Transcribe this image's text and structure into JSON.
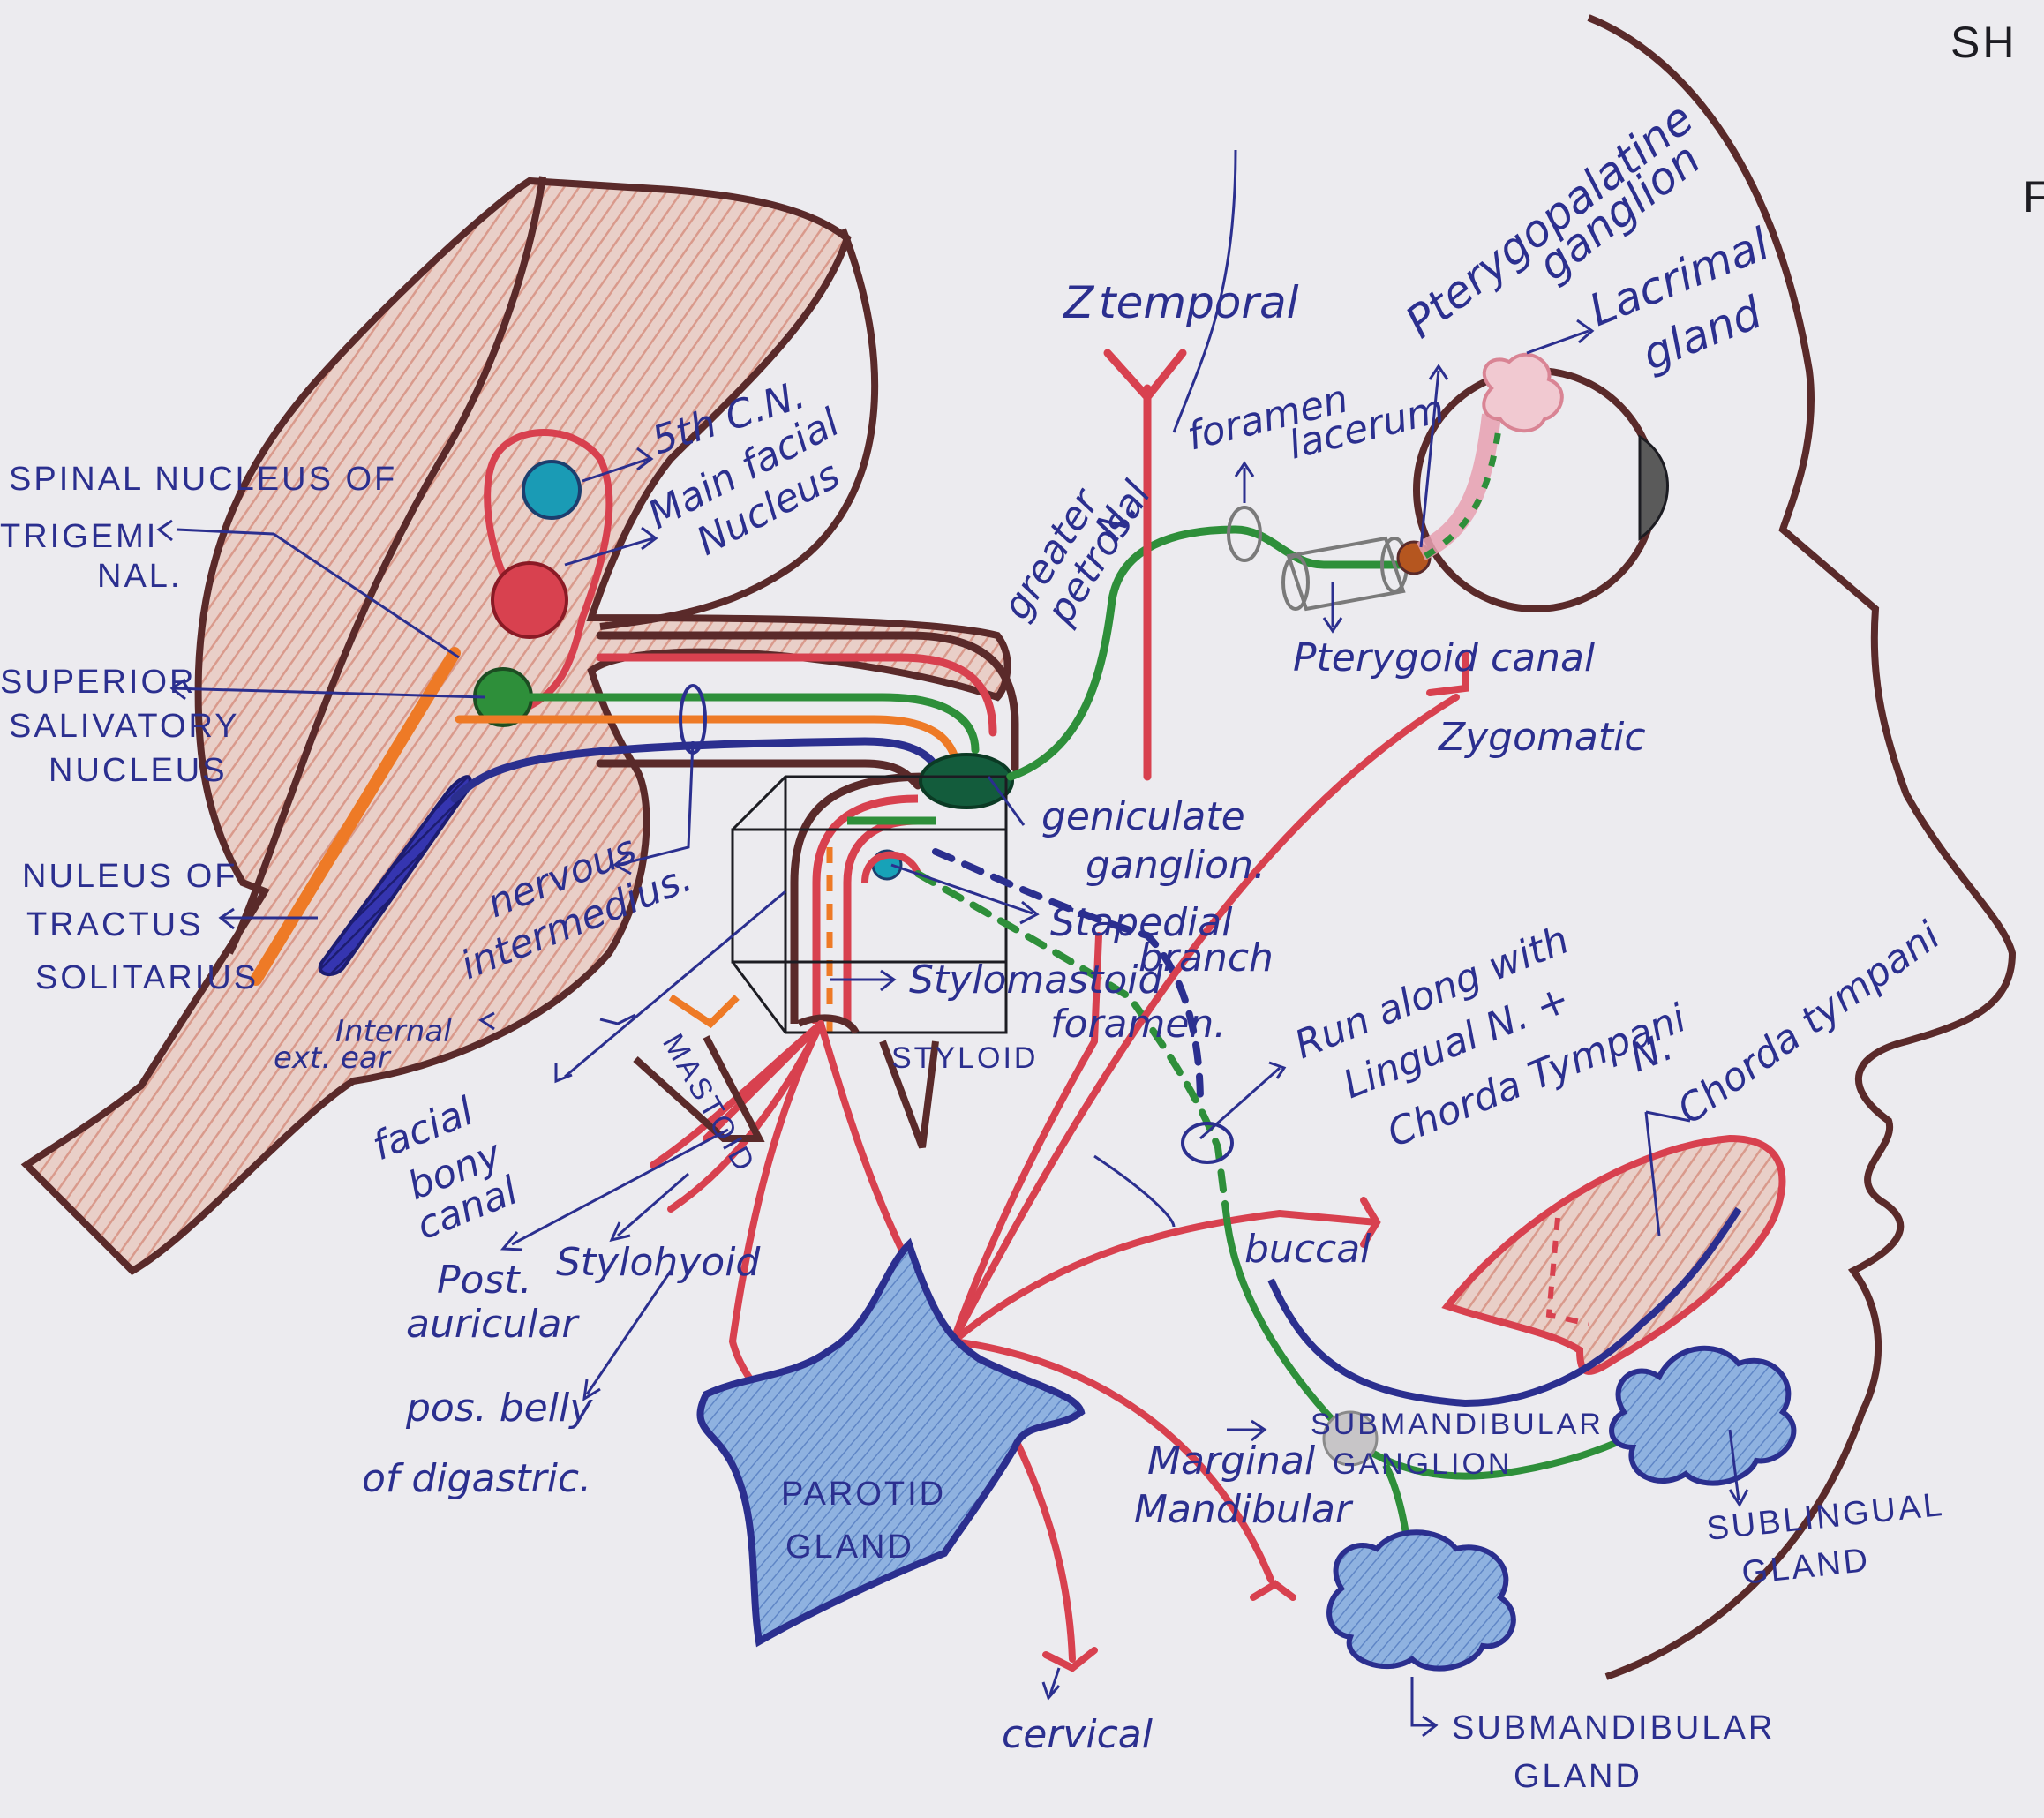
{
  "header": {
    "corner_text": "SH",
    "corner_mark": "F"
  },
  "labels": {
    "temporal": "temporal",
    "temporal_prefix": "Z",
    "pterygopalatine_1": "Pterygopalatine",
    "pterygopalatine_2": "ganglion",
    "lacrimal_1": "Lacrimal",
    "lacrimal_2": "gland",
    "foramen_1": "foramen",
    "foramen_2": "lacerum",
    "greater_1": "greater",
    "greater_2": "petrosal",
    "greater_3": "N.",
    "fifth_cn": "5th C.N.",
    "main_facial_1": "Main facial",
    "main_facial_2": "Nucleus",
    "spinal_1": "SPINAL NUCLEUS OF",
    "spinal_2": "TRIGEMI",
    "spinal_3": "NAL.",
    "superior_1": "SUPERIOR",
    "superior_2": "SALIVATORY",
    "superior_3": "NUCLEUS",
    "tractus_1": "NULEUS OF",
    "tractus_2": "TRACTUS",
    "tractus_3": "SOLITARIUS",
    "pterygoid_canal": "Pterygoid canal",
    "zygomatic": "Zygomatic",
    "geniculate_1": "geniculate",
    "geniculate_2": "ganglion.",
    "nervous_1": "nervous",
    "nervous_2": "intermedius.",
    "stapedial_1": "Stapedial",
    "stapedial_2": "branch",
    "stylomastoid_1": "Stylomastoid",
    "stylomastoid_2": "foramen.",
    "internal_1": "Internal",
    "internal_2": "ext. ear",
    "mastoid": "MASTOID",
    "styloid": "STYLOID",
    "run_1": "Run along with",
    "run_2": "Lingual N. +",
    "run_3": "Chorda Tympani",
    "run_4": "N.",
    "chorda": "Chorda tympani",
    "facial_1": "facial",
    "facial_2": "bony",
    "facial_3": "canal",
    "buccal": "buccal",
    "post_1": "Post.",
    "post_2": "auricular",
    "stylohyoid": "Stylohyoid",
    "posbelly_1": "pos. belly",
    "posbelly_2": "of digastric.",
    "parotid_1": "PAROTID",
    "parotid_2": "GLAND",
    "marginal_1": "Marginal",
    "marginal_2": "Mandibular",
    "smg_1": "SUBMANDIBULAR",
    "smg_2": "GANGLION",
    "sublingual_1": "SUBLINGUAL",
    "sublingual_2": "GLAND",
    "submand_gland_1": "SUBMANDIBULAR",
    "submand_gland_2": "GLAND",
    "cervical": "cervical"
  },
  "colors": {
    "paper": "#ecebef",
    "brainstem_fill": "#e7c7bf",
    "outline_brown": "#5a2a2a",
    "facial_red": "#d8414f",
    "parasym_green": "#2e8f3a",
    "sensory_blue": "#2b2f8f",
    "orange": "#ee7a26",
    "gland_blue": "#7ea6d8",
    "teal": "#17a2b8"
  }
}
